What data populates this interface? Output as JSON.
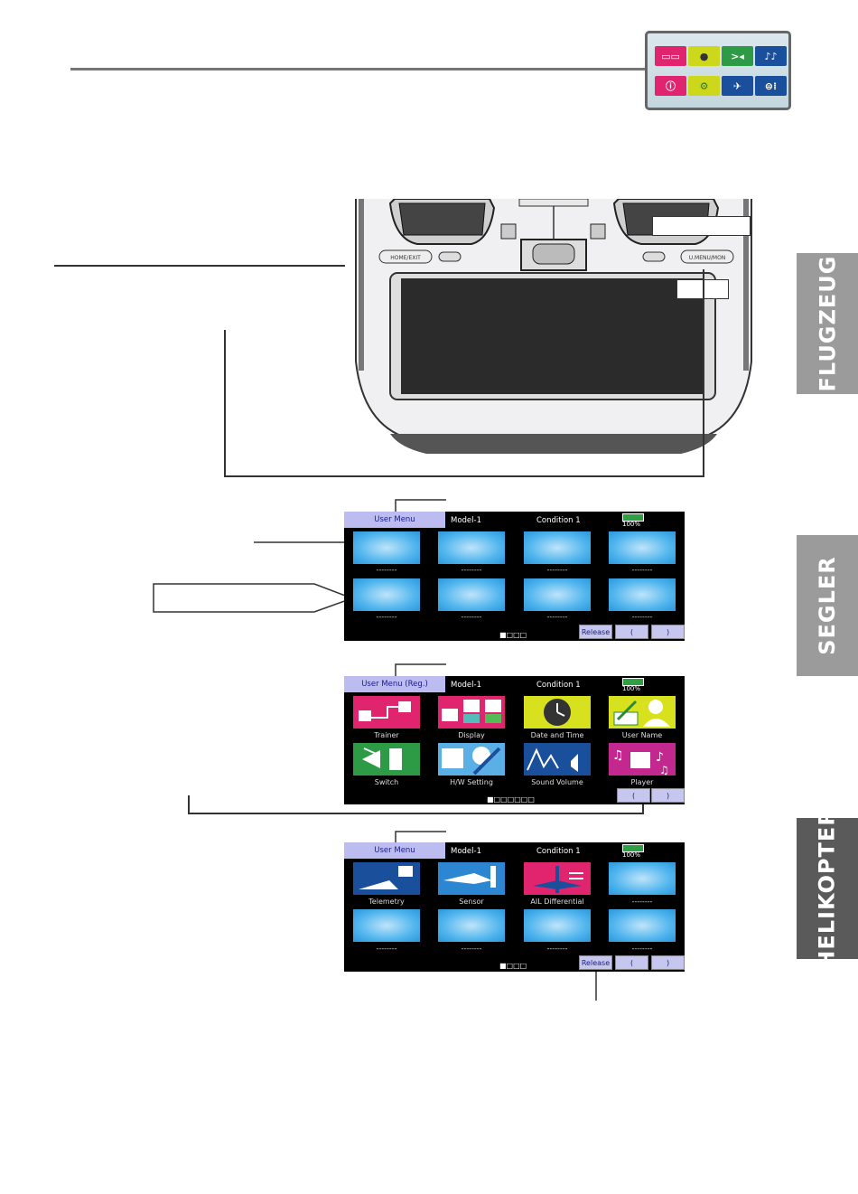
{
  "menu_panel": {
    "icons": [
      {
        "name": "trainer-icon",
        "color": "#e0246e"
      },
      {
        "name": "dial-icon",
        "color": "#cdd81c"
      },
      {
        "name": "switch-icon",
        "color": "#2d9b46"
      },
      {
        "name": "sound-icon",
        "color": "#1a4f9c"
      },
      {
        "name": "info-icon",
        "color": "#e0246e"
      },
      {
        "name": "gear-icon",
        "color": "#cdd81c"
      },
      {
        "name": "telemetry-icon",
        "color": "#1a4f9c"
      },
      {
        "name": "mixer-icon",
        "color": "#1a4f9c"
      }
    ]
  },
  "side_tabs": [
    {
      "label": "FLUGZEUG"
    },
    {
      "label": "SEGLER"
    },
    {
      "label": "HELIKOPTER"
    }
  ],
  "transmitter": {
    "left_button": "HOME/EXIT",
    "right_button": "U.MENU/MON"
  },
  "screen1": {
    "title": "User Menu",
    "model": "Model-1",
    "condition": "Condition 1",
    "battery": "100%",
    "tiles": [
      "--------",
      "--------",
      "--------",
      "--------",
      "--------",
      "--------",
      "--------",
      "--------"
    ],
    "page_indicator": "■□□□",
    "release": "Release",
    "prev": "(",
    "next": ")"
  },
  "screen2": {
    "title": "User Menu (Reg.)",
    "model": "Model-1",
    "condition": "Condition 1",
    "battery": "100%",
    "tiles": [
      {
        "label": "Trainer",
        "color": "#e0246e",
        "icon": "trainer-icon"
      },
      {
        "label": "Display",
        "color": "#e0246e",
        "icon": "display-icon"
      },
      {
        "label": "Date and Time",
        "color": "#d8e11e",
        "icon": "clock-icon"
      },
      {
        "label": "User Name",
        "color": "#d8e11e",
        "icon": "user-icon"
      },
      {
        "label": "Switch",
        "color": "#2d9b46",
        "icon": "switch-icon"
      },
      {
        "label": "H/W Setting",
        "color": "#5ab0e6",
        "icon": "hw-setting-icon"
      },
      {
        "label": "Sound Volume",
        "color": "#1a4f9c",
        "icon": "sound-icon"
      },
      {
        "label": "Player",
        "color": "#c2288e",
        "icon": "music-icon"
      }
    ],
    "page_indicator": "■□□□□□□",
    "prev": "(",
    "next": ")"
  },
  "screen3": {
    "title": "User Menu",
    "model": "Model-1",
    "condition": "Condition 1",
    "battery": "100%",
    "tiles": [
      {
        "label": "Telemetry",
        "color": "#1a4f9c",
        "icon": "telemetry-icon"
      },
      {
        "label": "Sensor",
        "color": "#2c86d2",
        "icon": "sensor-icon"
      },
      {
        "label": "AIL Differential",
        "color": "#e0246e",
        "icon": "ail-differential-icon"
      },
      {
        "label": "--------",
        "color": "",
        "icon": ""
      },
      {
        "label": "--------",
        "color": "",
        "icon": ""
      },
      {
        "label": "--------",
        "color": "",
        "icon": ""
      },
      {
        "label": "--------",
        "color": "",
        "icon": ""
      },
      {
        "label": "--------",
        "color": "",
        "icon": ""
      }
    ],
    "page_indicator": "■□□□",
    "release": "Release",
    "prev": "(",
    "next": ")"
  }
}
